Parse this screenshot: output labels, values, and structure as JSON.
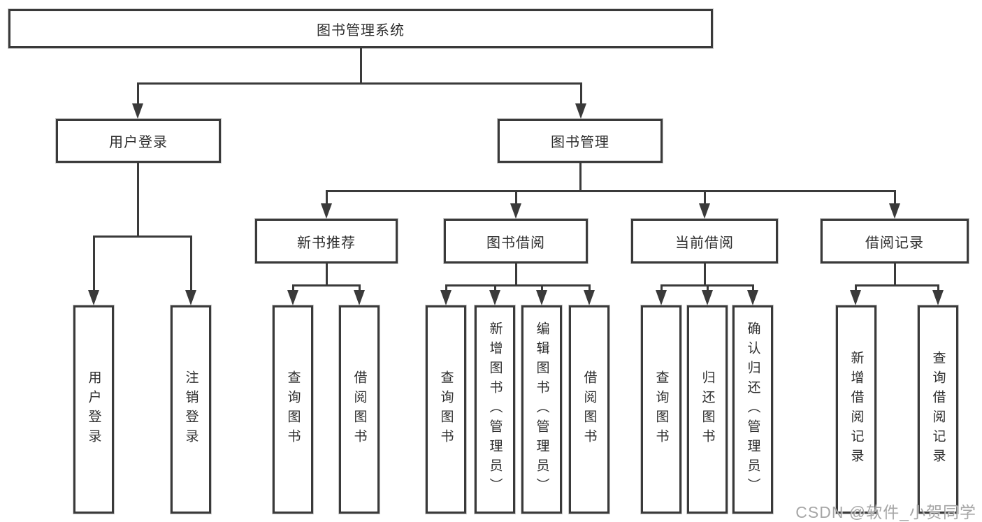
{
  "diagram": {
    "root": {
      "label": "图书管理系统"
    },
    "level2": [
      {
        "label": "用户登录"
      },
      {
        "label": "图书管理"
      }
    ],
    "level3": [
      {
        "label": "新书推荐"
      },
      {
        "label": "图书借阅"
      },
      {
        "label": "当前借阅"
      },
      {
        "label": "借阅记录"
      }
    ],
    "leaves": {
      "user_login": [
        {
          "label": "用户登录"
        },
        {
          "label": "注销登录"
        }
      ],
      "new_book": [
        {
          "label": "查询图书"
        },
        {
          "label": "借阅图书"
        }
      ],
      "book_borrow": [
        {
          "label": "查询图书"
        },
        {
          "label": "新增图书（管理员）"
        },
        {
          "label": "编辑图书（管理员）"
        },
        {
          "label": "借阅图书"
        }
      ],
      "current_borrow": [
        {
          "label": "查询图书"
        },
        {
          "label": "归还图书"
        },
        {
          "label": "确认归还（管理员）"
        }
      ],
      "records": [
        {
          "label": "新增借阅记录"
        },
        {
          "label": "查询借阅记录"
        }
      ]
    },
    "watermark": "CSDN @软件_小贺同学",
    "colors": {
      "line": "#3a3a3a",
      "box_background": "#ffffff",
      "text": "#2e2e2e",
      "watermark": "#9e9e9e"
    }
  }
}
